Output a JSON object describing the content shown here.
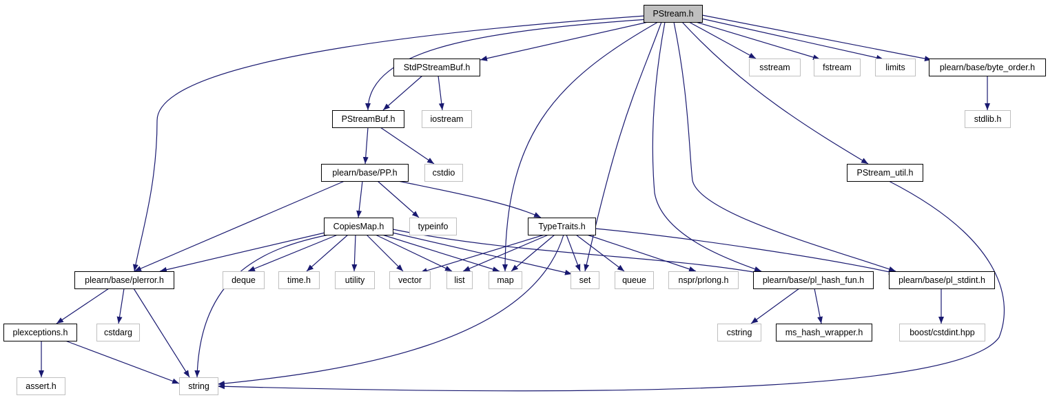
{
  "graph": {
    "colors": {
      "edge": "#191970",
      "project_border": "#000000",
      "external_border": "#bfbfbf",
      "root_fill": "#bfbfbf",
      "text": "#000000",
      "background": "#ffffff"
    },
    "nodes": [
      {
        "id": "pstream_h",
        "label": "PStream.h",
        "kind": "root"
      },
      {
        "id": "stdpstreambuf_h",
        "label": "StdPStreamBuf.h",
        "kind": "project"
      },
      {
        "id": "sstream",
        "label": "sstream",
        "kind": "external"
      },
      {
        "id": "fstream",
        "label": "fstream",
        "kind": "external"
      },
      {
        "id": "limits",
        "label": "limits",
        "kind": "external"
      },
      {
        "id": "byte_order_h",
        "label": "plearn/base/byte_order.h",
        "kind": "project"
      },
      {
        "id": "pstreambuf_h",
        "label": "PStreamBuf.h",
        "kind": "project"
      },
      {
        "id": "iostream",
        "label": "iostream",
        "kind": "external"
      },
      {
        "id": "stdlib_h",
        "label": "stdlib.h",
        "kind": "external"
      },
      {
        "id": "pp_h",
        "label": "plearn/base/PP.h",
        "kind": "project"
      },
      {
        "id": "cstdio",
        "label": "cstdio",
        "kind": "external"
      },
      {
        "id": "pstream_util_h",
        "label": "PStream_util.h",
        "kind": "project"
      },
      {
        "id": "copiesmap_h",
        "label": "CopiesMap.h",
        "kind": "project"
      },
      {
        "id": "typeinfo",
        "label": "typeinfo",
        "kind": "external"
      },
      {
        "id": "typetraits_h",
        "label": "TypeTraits.h",
        "kind": "project"
      },
      {
        "id": "plerror_h",
        "label": "plearn/base/plerror.h",
        "kind": "project"
      },
      {
        "id": "deque",
        "label": "deque",
        "kind": "external"
      },
      {
        "id": "time_h",
        "label": "time.h",
        "kind": "external"
      },
      {
        "id": "utility",
        "label": "utility",
        "kind": "external"
      },
      {
        "id": "vector",
        "label": "vector",
        "kind": "external"
      },
      {
        "id": "list",
        "label": "list",
        "kind": "external"
      },
      {
        "id": "map",
        "label": "map",
        "kind": "external"
      },
      {
        "id": "set",
        "label": "set",
        "kind": "external"
      },
      {
        "id": "queue",
        "label": "queue",
        "kind": "external"
      },
      {
        "id": "nspr_prlong_h",
        "label": "nspr/prlong.h",
        "kind": "external"
      },
      {
        "id": "pl_hash_fun_h",
        "label": "plearn/base/pl_hash_fun.h",
        "kind": "project"
      },
      {
        "id": "pl_stdint_h",
        "label": "plearn/base/pl_stdint.h",
        "kind": "project"
      },
      {
        "id": "plexceptions_h",
        "label": "plexceptions.h",
        "kind": "project"
      },
      {
        "id": "cstdarg",
        "label": "cstdarg",
        "kind": "external"
      },
      {
        "id": "cstring",
        "label": "cstring",
        "kind": "external"
      },
      {
        "id": "ms_hash_wrapper_h",
        "label": "ms_hash_wrapper.h",
        "kind": "project"
      },
      {
        "id": "boost_cstdint_hpp",
        "label": "boost/cstdint.hpp",
        "kind": "external"
      },
      {
        "id": "assert_h",
        "label": "assert.h",
        "kind": "external"
      },
      {
        "id": "string",
        "label": "string",
        "kind": "external"
      }
    ],
    "edges": [
      {
        "from": "pstream_h",
        "to": "plerror_h"
      },
      {
        "from": "pstream_h",
        "to": "pstreambuf_h"
      },
      {
        "from": "pstream_h",
        "to": "stdpstreambuf_h"
      },
      {
        "from": "pstream_h",
        "to": "map"
      },
      {
        "from": "pstream_h",
        "to": "set"
      },
      {
        "from": "pstream_h",
        "to": "pl_hash_fun_h"
      },
      {
        "from": "pstream_h",
        "to": "pl_stdint_h"
      },
      {
        "from": "pstream_h",
        "to": "pstream_util_h"
      },
      {
        "from": "pstream_h",
        "to": "sstream"
      },
      {
        "from": "pstream_h",
        "to": "fstream"
      },
      {
        "from": "pstream_h",
        "to": "limits"
      },
      {
        "from": "pstream_h",
        "to": "byte_order_h"
      },
      {
        "from": "stdpstreambuf_h",
        "to": "pstreambuf_h"
      },
      {
        "from": "stdpstreambuf_h",
        "to": "iostream"
      },
      {
        "from": "byte_order_h",
        "to": "stdlib_h"
      },
      {
        "from": "pstreambuf_h",
        "to": "pp_h"
      },
      {
        "from": "pstreambuf_h",
        "to": "cstdio"
      },
      {
        "from": "pp_h",
        "to": "plerror_h"
      },
      {
        "from": "pp_h",
        "to": "copiesmap_h"
      },
      {
        "from": "pp_h",
        "to": "typeinfo"
      },
      {
        "from": "pp_h",
        "to": "typetraits_h"
      },
      {
        "from": "pstream_util_h",
        "to": "string"
      },
      {
        "from": "copiesmap_h",
        "to": "plerror_h"
      },
      {
        "from": "copiesmap_h",
        "to": "string"
      },
      {
        "from": "copiesmap_h",
        "to": "deque"
      },
      {
        "from": "copiesmap_h",
        "to": "time_h"
      },
      {
        "from": "copiesmap_h",
        "to": "utility"
      },
      {
        "from": "copiesmap_h",
        "to": "vector"
      },
      {
        "from": "copiesmap_h",
        "to": "list"
      },
      {
        "from": "copiesmap_h",
        "to": "map"
      },
      {
        "from": "copiesmap_h",
        "to": "set"
      },
      {
        "from": "copiesmap_h",
        "to": "pl_hash_fun_h"
      },
      {
        "from": "typetraits_h",
        "to": "vector"
      },
      {
        "from": "typetraits_h",
        "to": "list"
      },
      {
        "from": "typetraits_h",
        "to": "map"
      },
      {
        "from": "typetraits_h",
        "to": "set"
      },
      {
        "from": "typetraits_h",
        "to": "queue"
      },
      {
        "from": "typetraits_h",
        "to": "nspr_prlong_h"
      },
      {
        "from": "typetraits_h",
        "to": "pl_stdint_h"
      },
      {
        "from": "typetraits_h",
        "to": "string"
      },
      {
        "from": "plerror_h",
        "to": "plexceptions_h"
      },
      {
        "from": "plerror_h",
        "to": "cstdarg"
      },
      {
        "from": "plerror_h",
        "to": "string"
      },
      {
        "from": "pl_hash_fun_h",
        "to": "cstring"
      },
      {
        "from": "pl_hash_fun_h",
        "to": "ms_hash_wrapper_h"
      },
      {
        "from": "pl_stdint_h",
        "to": "boost_cstdint_hpp"
      },
      {
        "from": "plexceptions_h",
        "to": "assert_h"
      },
      {
        "from": "plexceptions_h",
        "to": "string"
      }
    ]
  }
}
